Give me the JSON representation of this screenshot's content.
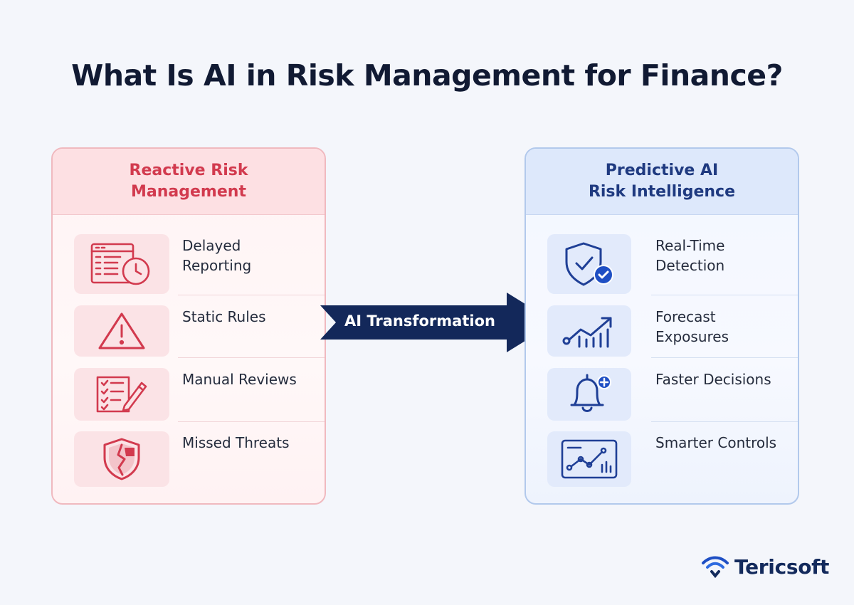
{
  "title": "What Is AI in Risk Management for Finance?",
  "left_panel": {
    "title_line1": "Reactive Risk",
    "title_line2": "Management",
    "items": [
      {
        "line1": "Delayed",
        "line2": "Reporting",
        "icon": "report-clock-icon"
      },
      {
        "line1": "Static Rules",
        "line2": "",
        "icon": "warning-triangle-icon"
      },
      {
        "line1": "Manual Reviews",
        "line2": "",
        "icon": "checklist-pencil-icon"
      },
      {
        "line1": "Missed Threats",
        "line2": "",
        "icon": "broken-shield-icon"
      }
    ],
    "accent_color": "#d23a4e"
  },
  "arrow": {
    "label": "AI Transformation",
    "color": "#13285a"
  },
  "right_panel": {
    "title_line1": "Predictive AI",
    "title_line2": "Risk Intelligence",
    "items": [
      {
        "line1": "Real-Time",
        "line2": "Detection",
        "icon": "shield-check-icon"
      },
      {
        "line1": "Forecast",
        "line2": "Exposures",
        "icon": "trend-chart-icon"
      },
      {
        "line1": "Faster Decisions",
        "line2": "",
        "icon": "bell-plus-icon"
      },
      {
        "line1": "Smarter Controls",
        "line2": "",
        "icon": "dashboard-chart-icon"
      }
    ],
    "accent_color": "#1f4fc4"
  },
  "brand": {
    "name": "Tericsoft",
    "icon": "wifi-logo-icon"
  }
}
